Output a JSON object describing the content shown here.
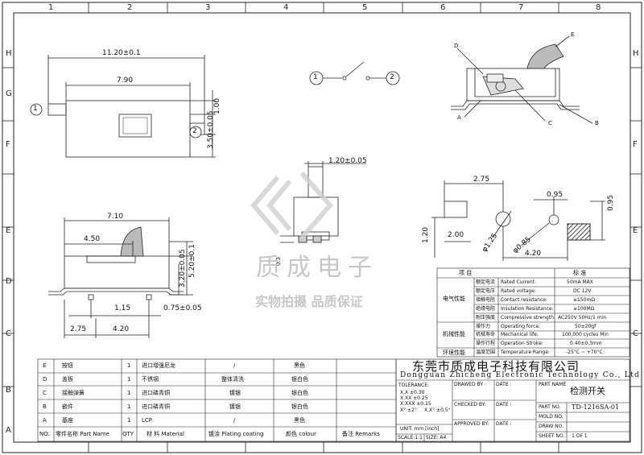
{
  "zones": {
    "top": [
      "1",
      "2",
      "3",
      "4",
      "5",
      "6",
      "7",
      "8"
    ],
    "side": [
      "H",
      "G",
      "F",
      "E",
      "D",
      "C",
      "B",
      "A"
    ]
  },
  "schematic": {
    "pin1": "1",
    "pin2": "2"
  },
  "top_view": {
    "dim_total_width": "11.20±0.1",
    "dim_body_width": "7.90",
    "dim_height_small": "1.00",
    "dim_height": "3.50±0.05",
    "pin1": "1",
    "pin2": "2"
  },
  "section_view": {
    "callouts": [
      "A",
      "B",
      "C",
      "D",
      "E"
    ]
  },
  "front_view": {
    "dim_actuator_width": "1.20±0.05",
    "dim_stroke": "0.3"
  },
  "side_view": {
    "dim_overall": "7.10",
    "dim_actuator": "4.50",
    "dim_h1": "3.20±0.05",
    "dim_h2": "5.20±0.1",
    "dim_pad_pitch": "1.15",
    "dim_pad_width": "0.75±0.05",
    "dim_left": "2.75",
    "dim_right": "4.20"
  },
  "pcb_layout": {
    "dim_top": "2.75",
    "dim_095a": "0.95",
    "dim_095b": "0.95",
    "dim_hole1": "φ1.25",
    "dim_hole2": "φ0.85",
    "dim_200": "2.00",
    "dim_120": "1.20",
    "dim_420": "4.20"
  },
  "watermark": {
    "company": "质成电子",
    "slogan": "实物拍摄 品质保证"
  },
  "spec_table": {
    "col_item": "项      目",
    "col_standard": "标      准",
    "groups": [
      {
        "name": "电气性能",
        "rows": [
          [
            "额定电流",
            "Rated Current:",
            "50mA MAX"
          ],
          [
            "额定电压",
            "Rated voltage:",
            "DC 12V"
          ],
          [
            "接触电阻",
            "Contact resistance:",
            "≤150mΩ"
          ],
          [
            "绝缘电阻",
            "Insulation Resistance:",
            "≥100MΩ"
          ],
          [
            "耐压强度",
            "Compressive strength:",
            "AC250V  50Hz/1 min"
          ]
        ]
      },
      {
        "name": "机械性能",
        "rows": [
          [
            "操作力",
            "Operating force:",
            "50±20gf"
          ],
          [
            "机械寿命",
            "Mechanical life:",
            "100,000 cycles Min"
          ],
          [
            "操作行程",
            "Operation Stroke:",
            "0.40±0.3mm"
          ]
        ]
      },
      {
        "name": "环境性能",
        "rows": [
          [
            "温度范围",
            "Temperature Range:",
            "-25°C ~ +70°C"
          ]
        ]
      }
    ]
  },
  "bom": {
    "rows": [
      {
        "id": "E",
        "name": "按钮",
        "qty": "1",
        "material": "进口增强尼龙",
        "plating": "/",
        "colour": "黑色",
        "remarks": ""
      },
      {
        "id": "D",
        "name": "盖板",
        "qty": "1",
        "material": "不锈钢",
        "plating": "整体清洗",
        "colour": "银白色",
        "remarks": ""
      },
      {
        "id": "C",
        "name": "接触弹簧",
        "qty": "1",
        "material": "进口磷青铜",
        "plating": "镀银",
        "colour": "银白色",
        "remarks": ""
      },
      {
        "id": "B",
        "name": "嵌件",
        "qty": "1",
        "material": "进口磷青铜",
        "plating": "镀银",
        "colour": "银白色",
        "remarks": ""
      },
      {
        "id": "A",
        "name": "基座",
        "qty": "1",
        "material": "LCP",
        "plating": "/",
        "colour": "黑色",
        "remarks": ""
      }
    ],
    "header": {
      "no": "NO.",
      "name": "零件名称 Part Name",
      "qty": "QTY",
      "material": "材 料 Material",
      "plating": "镀涂 Plating coating",
      "colour": "颜色  colour",
      "remarks": "备注 Remarks"
    }
  },
  "title_block": {
    "company_cn": "东莞市质成电子科技有限公司",
    "company_en": "Dongguan Zhicheng Electronic Technology Co., Ltd",
    "tolerance_label": "TOLERANCE:",
    "tol_1": "X.X    ±0.30",
    "tol_2": "X.XX   ±0.25",
    "tol_3": "X.XXX  ±0.15",
    "tol_ang1": "X°  ±2°",
    "tol_ang2": "X.X° ±0.5°",
    "unit": "UNIT: mm  [inch]",
    "scale": "SCALE:1:1",
    "size": "SIZE: A4",
    "drawed_by": "DRAWED BY :",
    "checked_by": "CHECKED BY:",
    "approved_by": "APPROVED BY:",
    "date": "DATE :",
    "part_name_label": "PART NAME",
    "part_name": "检测开关",
    "part_no_label": "PART NO.",
    "part_no": "TD-1216SA-01",
    "mold_no_label": "MOLD NO.",
    "draw_no_label": "DRAW NO.",
    "sheet_no_label": "SHEET NO.",
    "sheet_no": "1  OF  1"
  }
}
